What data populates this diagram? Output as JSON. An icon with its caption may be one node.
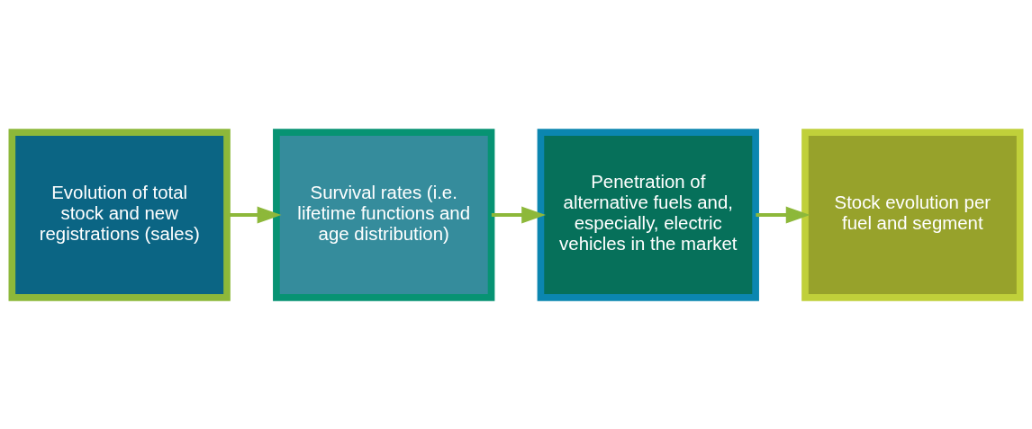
{
  "diagram": {
    "nodes": [
      {
        "text": [
          "Evolution of total stock and new registrations (sales)"
        ]
      },
      {
        "text": [
          "Survival rates (i.e. lifetime functions and age distribution)"
        ]
      },
      {
        "text": [
          "Penetration of alternative fuels and, especially, electric vehicles in the market"
        ]
      },
      {
        "text": [
          "Stock evolution per fuel and segment"
        ]
      }
    ],
    "edges": [
      {
        "from": 0,
        "to": 1,
        "arrow": "to"
      },
      {
        "from": 1,
        "to": 2,
        "arrow": "to"
      },
      {
        "from": 2,
        "to": 3,
        "arrow": "to"
      }
    ]
  }
}
